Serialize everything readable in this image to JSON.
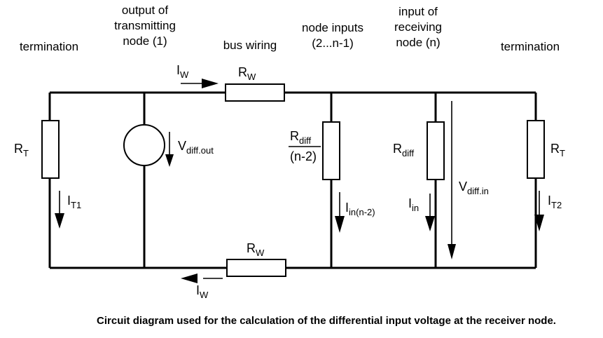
{
  "headers": {
    "termination_left": "termination",
    "transmitter": [
      "output of",
      "transmitting",
      "node (1)"
    ],
    "bus_wiring": "bus wiring",
    "node_inputs": [
      "node inputs",
      "(2...n-1)"
    ],
    "receiver": [
      "input of",
      "receiving",
      "node (n)"
    ],
    "termination_right": "termination"
  },
  "components": {
    "rw_top": {
      "main": "R",
      "sub": "W"
    },
    "rw_bottom": {
      "main": "R",
      "sub": "W"
    },
    "rt_left": {
      "main": "R",
      "sub": "T"
    },
    "rt_right": {
      "main": "R",
      "sub": "T"
    },
    "rdiff_group": {
      "main": "R",
      "sub": "diff",
      "denominator": "(n-2)"
    },
    "rdiff": {
      "main": "R",
      "sub": "diff"
    }
  },
  "quantities": {
    "iw_top": {
      "main": "I",
      "sub": "W"
    },
    "iw_bottom": {
      "main": "I",
      "sub": "W"
    },
    "it1": {
      "main": "I",
      "sub": "T1"
    },
    "it2": {
      "main": "I",
      "sub": "T2"
    },
    "iin_group": {
      "main": "I",
      "sub": "in(n-2)"
    },
    "iin": {
      "main": "I",
      "sub": "in"
    },
    "vdiff_out": {
      "main": "V",
      "sub": "diff.out"
    },
    "vdiff_in": {
      "main": "V",
      "sub": "diff.in"
    }
  },
  "caption": "Circuit diagram used for the calculation of the differential input voltage at the receiver node."
}
